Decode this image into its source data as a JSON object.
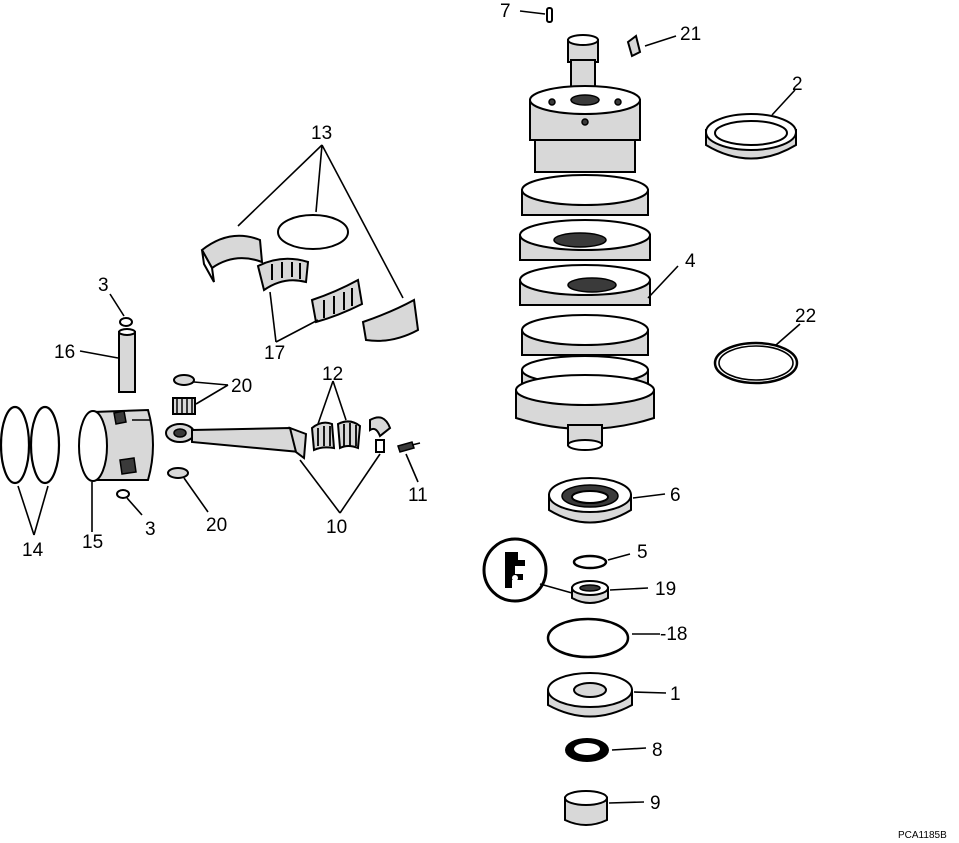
{
  "callouts": {
    "n1": "1",
    "n2": "2",
    "n3a": "3",
    "n3b": "3",
    "n4": "4",
    "n5": "5",
    "n6": "6",
    "n7": "7",
    "n8": "8",
    "n9": "9",
    "n10": "10",
    "n11": "11",
    "n12": "12",
    "n13": "13",
    "n14": "14",
    "n15": "15",
    "n16": "16",
    "n17": "17",
    "n18": "-18",
    "n19": "19",
    "n20a": "20",
    "n20b": "20",
    "n21": "21",
    "n22": "22"
  },
  "figure_code": "PCA1185B"
}
